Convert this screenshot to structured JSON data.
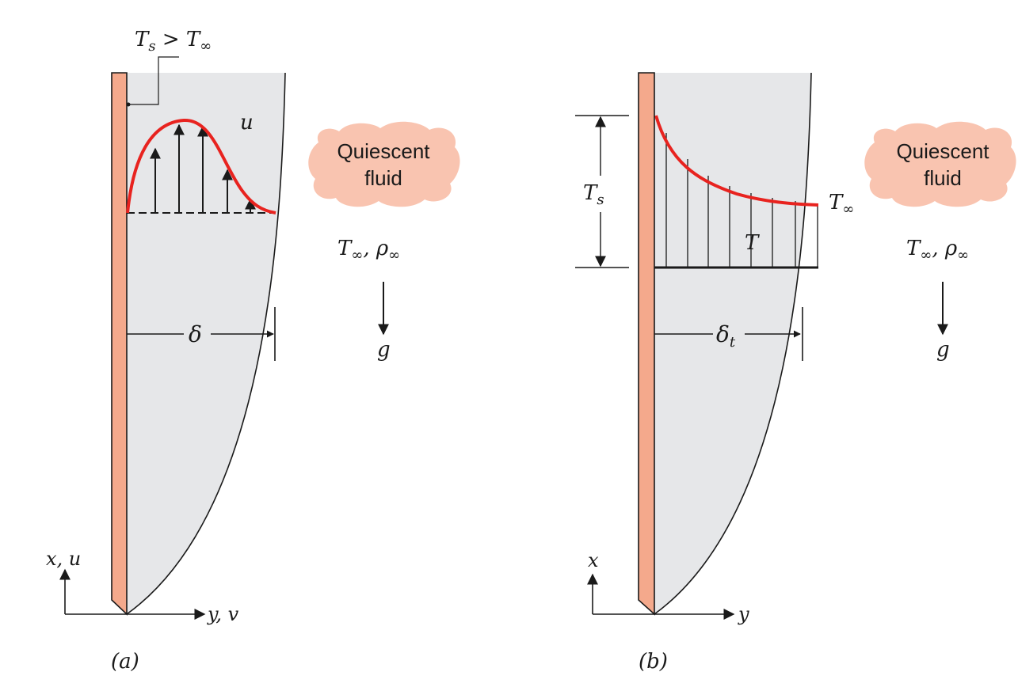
{
  "colors": {
    "plate": "#f4a98c",
    "boundary_layer": "#e6e7e9",
    "profile": "#e8231f",
    "cloud": "#f9c4b0",
    "ink": "#1a1a1a"
  },
  "panel_a": {
    "caption": "(a)",
    "surface_condition": {
      "T": "T",
      "s": "s",
      "op": " > ",
      "inf": "∞"
    },
    "velocity_label": "u",
    "thickness": "δ",
    "axes": {
      "vertical": "x, u",
      "horizontal": "y, v"
    },
    "fluid": {
      "line1": "Quiescent",
      "line2": "fluid"
    },
    "fluid_props": {
      "T": "T",
      "comma": ", ",
      "rho": "ρ",
      "inf": "∞"
    },
    "gravity": "g"
  },
  "panel_b": {
    "caption": "(b)",
    "surface_temp": {
      "T": "T",
      "s": "s"
    },
    "free_stream_temp": {
      "T": "T",
      "inf": "∞"
    },
    "profile_label": "T",
    "thickness": {
      "delta": "δ",
      "sub": "t"
    },
    "axes": {
      "vertical": "x",
      "horizontal": "y"
    },
    "fluid": {
      "line1": "Quiescent",
      "line2": "fluid"
    },
    "fluid_props": {
      "T": "T",
      "comma": ", ",
      "rho": "ρ",
      "inf": "∞"
    },
    "gravity": "g"
  }
}
